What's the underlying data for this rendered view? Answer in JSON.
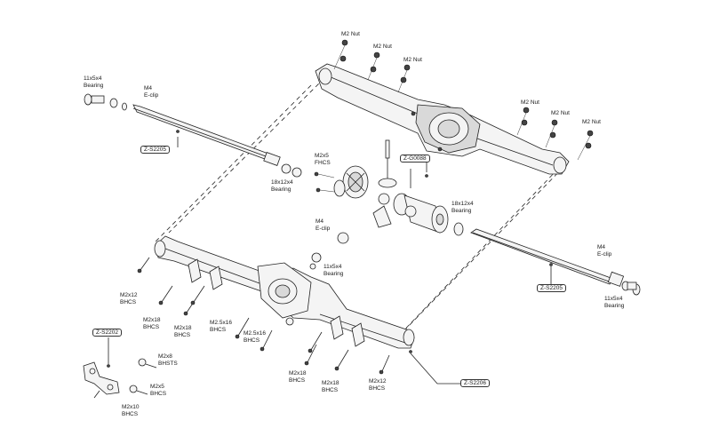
{
  "labels": {
    "m2nut_1": "M2 Nut",
    "m2nut_2": "M2 Nut",
    "m2nut_3": "M2 Nut",
    "m2nut_4": "M2 Nut",
    "m2nut_5": "M2 Nut",
    "m2nut_6": "M2 Nut",
    "bearing_11x5x4_left": [
      "11x5x4",
      "Bearing"
    ],
    "eclip_m4_left": [
      "M4",
      "E-clip"
    ],
    "tag_zs2205_left": "Z-S2205",
    "m2x5_fhcs": [
      "M2x5",
      "FHCS"
    ],
    "bearing_18x12x4_left": [
      "18x12x4",
      "Bearing"
    ],
    "tag_zg0088": "Z-G0088",
    "bearing_18x12x4_right": [
      "18x12x4",
      "Bearing"
    ],
    "eclip_m4_center": [
      "M4",
      "E-clip"
    ],
    "bearing_11x5x4_center": [
      "11x5x4",
      "Bearing"
    ],
    "eclip_m4_right": [
      "M4",
      "E-clip"
    ],
    "tag_zs2205_right": "Z-S2205",
    "bearing_11x5x4_right": [
      "11x5x4",
      "Bearing"
    ],
    "bhcs_m2x12_left": [
      "M2x12",
      "BHCS"
    ],
    "bhcs_m2x18_a": [
      "M2x18",
      "BHCS"
    ],
    "bhcs_m2x18_b": [
      "M2x18",
      "BHCS"
    ],
    "bhcs_m25x16_a": [
      "M2.5x16",
      "BHCS"
    ],
    "bhcs_m25x16_b": [
      "M2.5x16",
      "BHCS"
    ],
    "tag_zs2202": "Z-S2202",
    "bhsts_m2x8": [
      "M2x8",
      "BHSTS"
    ],
    "bhcs_m2x5": [
      "M2x5",
      "BHCS"
    ],
    "bhcs_m2x10": [
      "M2x10",
      "BHCS"
    ],
    "bhcs_m2x18_c": [
      "M2x18",
      "BHCS"
    ],
    "bhcs_m2x18_d": [
      "M2x18",
      "BHCS"
    ],
    "bhcs_m2x12_right": [
      "M2x12",
      "BHCS"
    ],
    "tag_zs2206": "Z-S2206"
  }
}
